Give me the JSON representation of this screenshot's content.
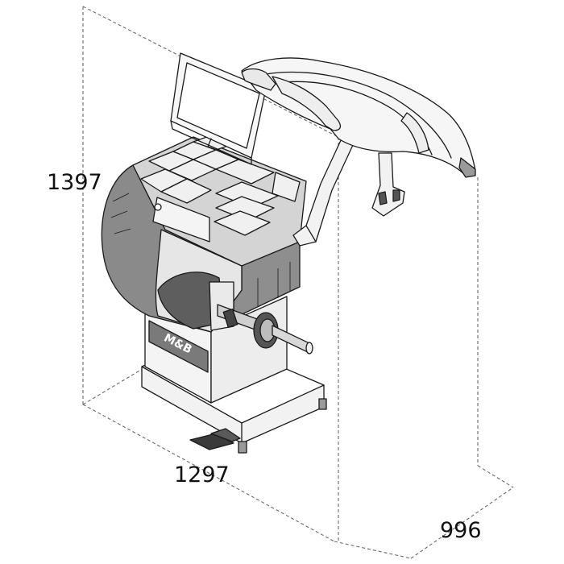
{
  "drawing": {
    "dimensions": {
      "height": "1397",
      "width": "1297",
      "depth": "996"
    },
    "logo_text": "M&B"
  }
}
